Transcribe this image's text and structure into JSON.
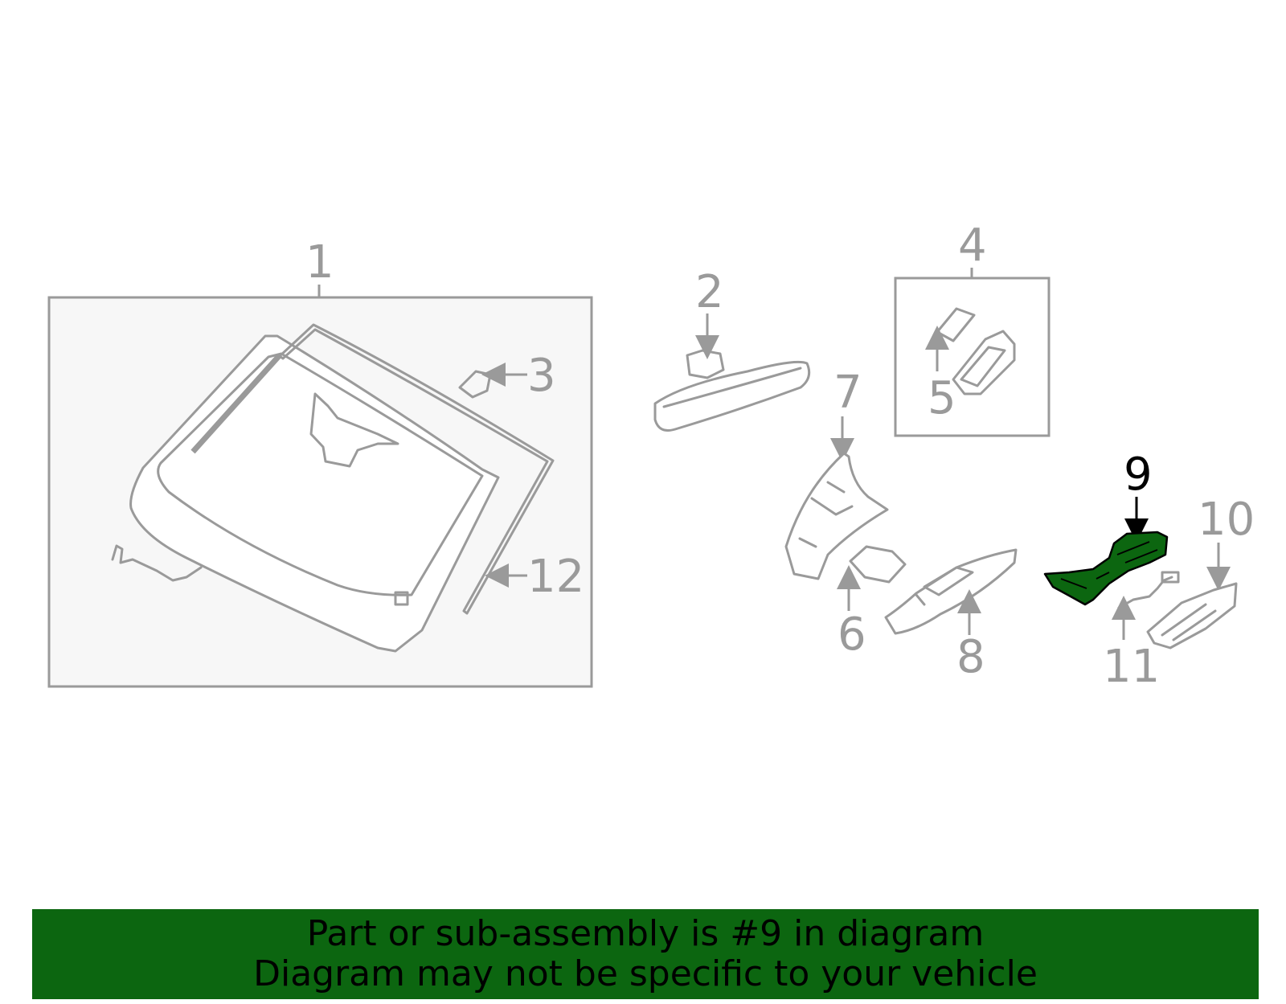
{
  "diagram": {
    "highlighted_part": "9",
    "highlight_color": "#0c6610",
    "line_color": "#9a9a9a",
    "callouts": {
      "c1": "1",
      "c2": "2",
      "c3": "3",
      "c4": "4",
      "c5": "5",
      "c6": "6",
      "c7": "7",
      "c8": "8",
      "c9": "9",
      "c10": "10",
      "c11": "11",
      "c12": "12"
    }
  },
  "banner": {
    "line1": "Part or sub-assembly is #9 in diagram",
    "line2": "Diagram may not be specific to your vehicle",
    "background": "#0c6610"
  }
}
